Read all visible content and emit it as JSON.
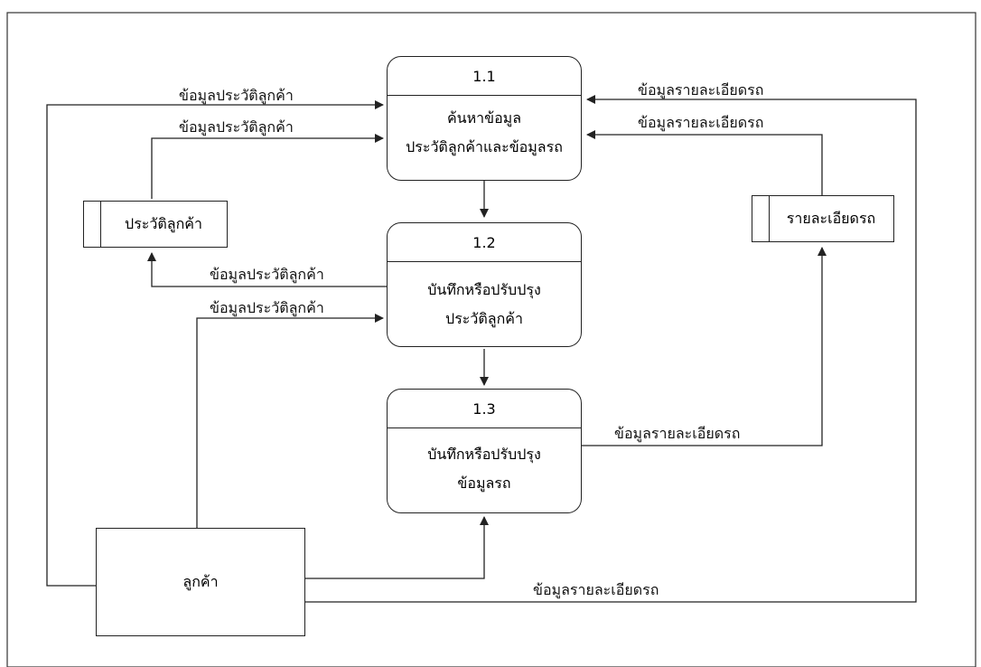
{
  "processes": [
    {
      "id": "1.1",
      "name_line1": "ค้นหาข้อมูล",
      "name_line2": "ประวัติลูกค้าและข้อมูลรถ"
    },
    {
      "id": "1.2",
      "name_line1": "บันทึกหรือปรับปรุง",
      "name_line2": "ประวัติลูกค้า"
    },
    {
      "id": "1.3",
      "name_line1": "บันทึกหรือปรับปรุง",
      "name_line2": "ข้อมูลรถ"
    }
  ],
  "stores": [
    {
      "name": "ประวัติลูกค้า"
    },
    {
      "name": "รายละเอียดรถ"
    }
  ],
  "entity": {
    "name": "ลูกค้า"
  },
  "flows": {
    "customer_history": "ข้อมูลประวัติลูกค้า",
    "car_details": "ข้อมูลรายละเอียดรถ"
  }
}
